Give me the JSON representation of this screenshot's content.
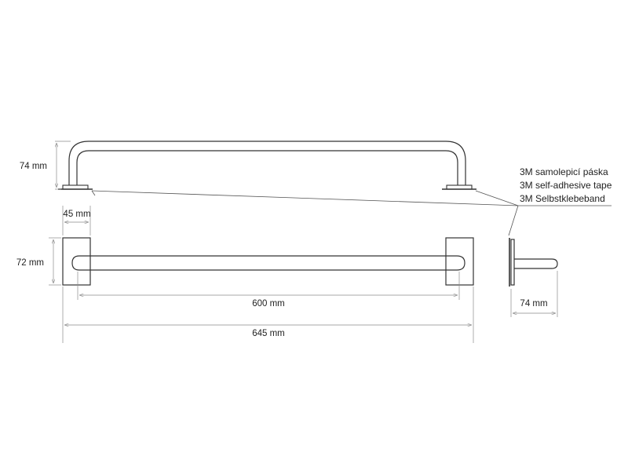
{
  "dimensions": {
    "top_view_height": "74 mm",
    "plate_width": "45 mm",
    "plate_height": "72 mm",
    "bar_length": "600 mm",
    "overall_length": "645 mm",
    "side_view_depth": "74 mm"
  },
  "adhesive_note": {
    "line_cz": "3M samolepicí páska",
    "line_en": "3M self-adhesive tape",
    "line_de": "3M Selbstklebeband"
  },
  "colors": {
    "object_line": "#333333",
    "dimension_line": "#8a8a8a",
    "text": "#222222"
  }
}
